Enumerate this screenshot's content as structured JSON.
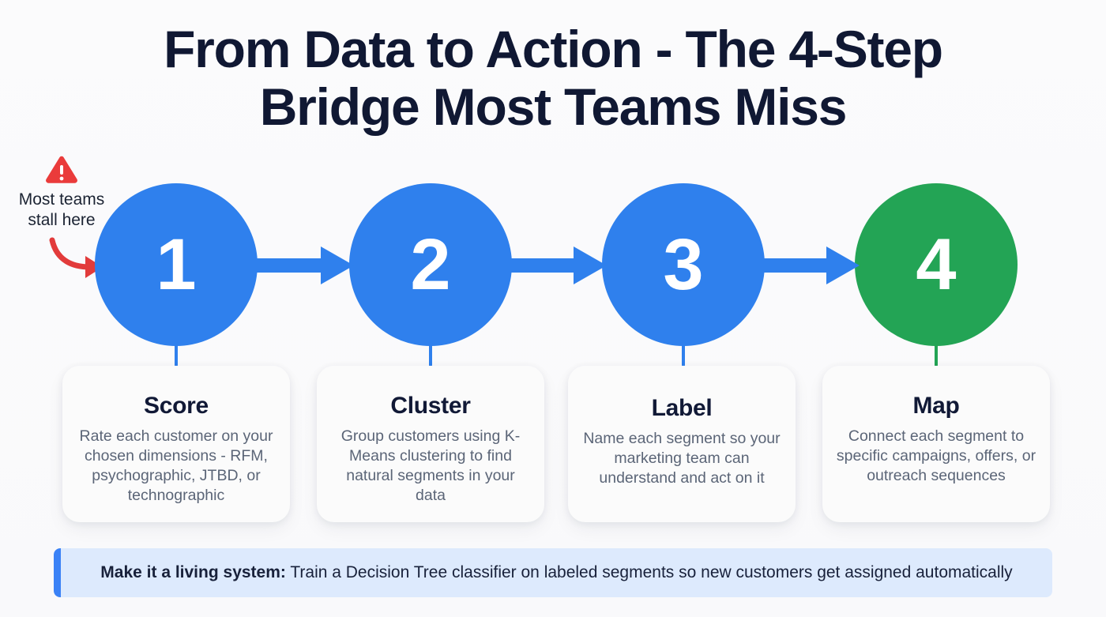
{
  "title": {
    "line1": "From Data to Action - The 4-Step",
    "line2": "Bridge Most Teams Miss"
  },
  "annotation": {
    "icon": "warning-triangle-icon",
    "text": "Most teams\nstall here",
    "arrow": "curved-arrow-icon",
    "color": "#ea3b3b"
  },
  "steps": [
    {
      "number": "1",
      "title": "Score",
      "description": "Rate each customer on your chosen dimensions - RFM, psychographic, JTBD, or technographic",
      "color": "#2f80ed"
    },
    {
      "number": "2",
      "title": "Cluster",
      "description": "Group customers using K-Means clustering to find natural segments in your data",
      "color": "#2f80ed"
    },
    {
      "number": "3",
      "title": "Label",
      "description": "Name each segment so your marketing team can understand and act on it",
      "color": "#2f80ed"
    },
    {
      "number": "4",
      "title": "Map",
      "description": "Connect each segment to specific campaigns, offers, or outreach sequences",
      "color": "#23a455"
    }
  ],
  "arrows": {
    "icon": "arrow-right-icon",
    "color": "#2f80ed",
    "count": 3
  },
  "callout": {
    "lead": "Make it a living system:",
    "body": " Train a Decision Tree classifier on labeled segments so new customers get assigned automatically",
    "accent_color": "#3b82f6",
    "background_color": "#ddeafd"
  },
  "theme": {
    "background": "#fbfbfc",
    "title_color": "#101833",
    "card_background": "#fbfbfb",
    "card_title_color": "#111936",
    "card_body_color": "#5b6577"
  }
}
